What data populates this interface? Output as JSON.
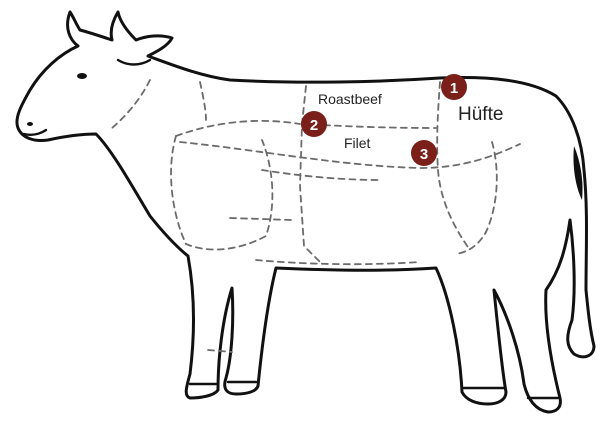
{
  "diagram": {
    "colors": {
      "marker_fill": "#7a1f1a",
      "marker_text": "#ffffff",
      "outline": "#111111",
      "cut_lines": "#6b6b6b",
      "label_text": "#222222"
    },
    "labels": {
      "roastbeef": "Roastbeef",
      "filet": "Filet",
      "huefte": "Hüfte"
    },
    "markers": [
      "1",
      "2",
      "3"
    ]
  }
}
